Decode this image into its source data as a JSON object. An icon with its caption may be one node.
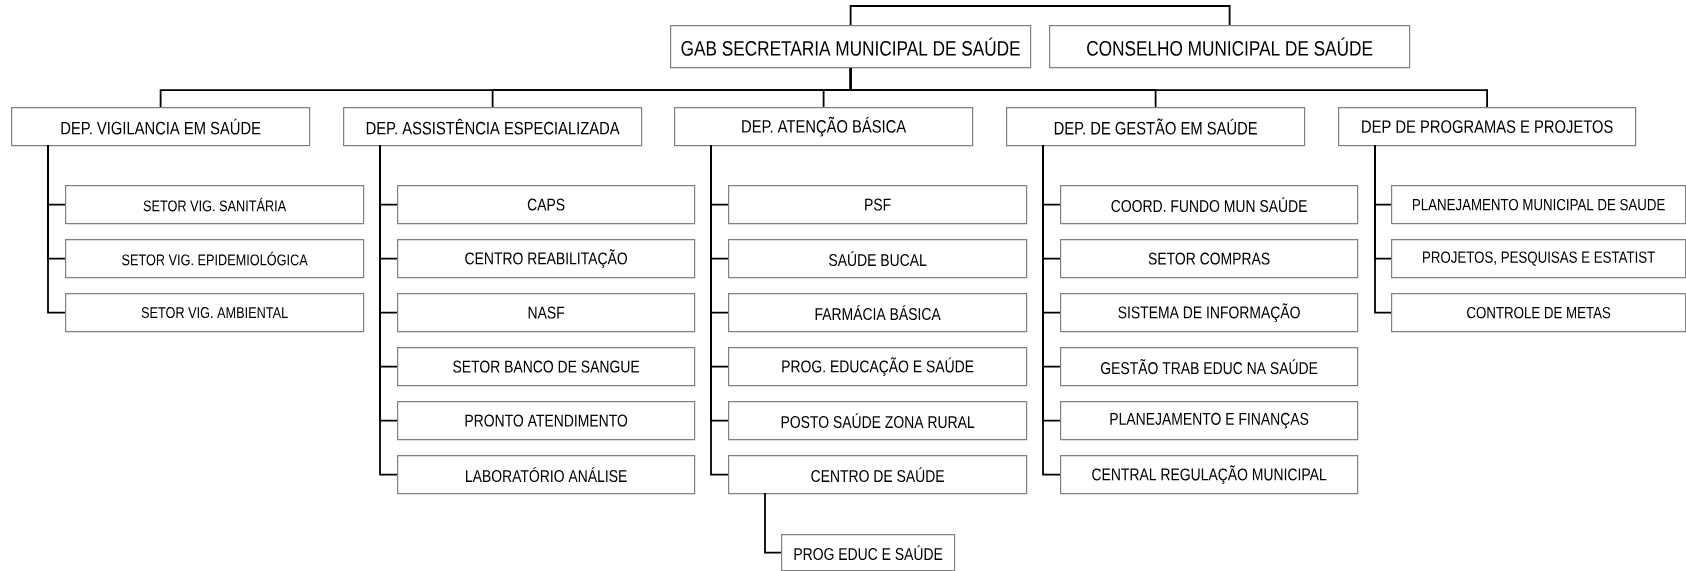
{
  "diagram": {
    "nodes": [
      {
        "text": [
          "GAB SECRETARIA MUNICIPAL DE SAÚDE"
        ]
      },
      {
        "text": [
          "CONSELHO MUNICIPAL DE SAÚDE"
        ]
      },
      {
        "text": [
          "DEP. VIGILANCIA EM SAÚDE"
        ]
      },
      {
        "text": [
          "DEP.  ASSISTÊNCIA ESPECIALIZADA"
        ]
      },
      {
        "text": [
          "DEP. ATENÇÃO BÁSICA"
        ]
      },
      {
        "text": [
          "DEP. DE GESTÃO EM SAÚDE"
        ]
      },
      {
        "text": [
          "DEP DE PROGRAMAS E PROJETOS"
        ]
      },
      {
        "text": [
          "SETOR VIG. SANITÁRIA"
        ]
      },
      {
        "text": [
          "SETOR VIG. EPIDEMIOLÓGICA"
        ]
      },
      {
        "text": [
          "SETOR VIG. AMBIENTAL"
        ]
      },
      {
        "text": [
          "CAPS"
        ]
      },
      {
        "text": [
          "CENTRO REABILITAÇÃO"
        ]
      },
      {
        "text": [
          "NASF"
        ]
      },
      {
        "text": [
          "SETOR BANCO DE SANGUE"
        ]
      },
      {
        "text": [
          "PRONTO ATENDIMENTO"
        ]
      },
      {
        "text": [
          "LABORATÓRIO ANÁLISE"
        ]
      },
      {
        "text": [
          "PSF"
        ]
      },
      {
        "text": [
          "SAÚDE BUCAL"
        ]
      },
      {
        "text": [
          "FARMÁCIA BÁSICA"
        ]
      },
      {
        "text": [
          "PROG. EDUCAÇÃO E SAÚDE"
        ]
      },
      {
        "text": [
          "POSTO SAÚDE ZONA RURAL"
        ]
      },
      {
        "text": [
          "CENTRO DE SAÚDE"
        ]
      },
      {
        "text": [
          "PROG EDUC E SAÚDE"
        ]
      },
      {
        "text": [
          "COORD. FUNDO MUN SAÚDE"
        ]
      },
      {
        "text": [
          "SETOR COMPRAS"
        ]
      },
      {
        "text": [
          "SISTEMA DE INFORMAÇÃO"
        ]
      },
      {
        "text": [
          "GESTÃO TRAB EDUC NA SAÚDE"
        ]
      },
      {
        "text": [
          "PLANEJAMENTO E FINANÇAS"
        ]
      },
      {
        "text": [
          "CENTRAL REGULAÇÃO MUNICIPAL"
        ]
      },
      {
        "text": [
          "PLANEJAMENTO MUNICIPAL DE SAUDE"
        ]
      },
      {
        "text": [
          "PROJETOS, PESQUISAS E ESTATIST"
        ]
      },
      {
        "text": [
          "CONTROLE DE METAS"
        ]
      }
    ],
    "edges": [
      {
        "from": 0,
        "to": 1,
        "arrow": "none"
      },
      {
        "from": 0,
        "to": 2,
        "arrow": "none"
      },
      {
        "from": 0,
        "to": 3,
        "arrow": "none"
      },
      {
        "from": 0,
        "to": 4,
        "arrow": "none"
      },
      {
        "from": 0,
        "to": 5,
        "arrow": "none"
      },
      {
        "from": 0,
        "to": 6,
        "arrow": "none"
      },
      {
        "from": 2,
        "to": 7,
        "arrow": "none"
      },
      {
        "from": 2,
        "to": 8,
        "arrow": "none"
      },
      {
        "from": 2,
        "to": 9,
        "arrow": "none"
      },
      {
        "from": 3,
        "to": 10,
        "arrow": "none"
      },
      {
        "from": 3,
        "to": 11,
        "arrow": "none"
      },
      {
        "from": 3,
        "to": 12,
        "arrow": "none"
      },
      {
        "from": 3,
        "to": 13,
        "arrow": "none"
      },
      {
        "from": 3,
        "to": 14,
        "arrow": "none"
      },
      {
        "from": 3,
        "to": 15,
        "arrow": "none"
      },
      {
        "from": 4,
        "to": 16,
        "arrow": "none"
      },
      {
        "from": 4,
        "to": 17,
        "arrow": "none"
      },
      {
        "from": 4,
        "to": 18,
        "arrow": "none"
      },
      {
        "from": 4,
        "to": 19,
        "arrow": "none"
      },
      {
        "from": 4,
        "to": 20,
        "arrow": "none"
      },
      {
        "from": 4,
        "to": 21,
        "arrow": "none"
      },
      {
        "from": 21,
        "to": 22,
        "arrow": "none"
      },
      {
        "from": 5,
        "to": 23,
        "arrow": "none"
      },
      {
        "from": 5,
        "to": 24,
        "arrow": "none"
      },
      {
        "from": 5,
        "to": 25,
        "arrow": "none"
      },
      {
        "from": 5,
        "to": 26,
        "arrow": "none"
      },
      {
        "from": 5,
        "to": 27,
        "arrow": "none"
      },
      {
        "from": 5,
        "to": 28,
        "arrow": "none"
      },
      {
        "from": 6,
        "to": 29,
        "arrow": "none"
      },
      {
        "from": 6,
        "to": 30,
        "arrow": "none"
      },
      {
        "from": 6,
        "to": 31,
        "arrow": "none"
      }
    ]
  }
}
